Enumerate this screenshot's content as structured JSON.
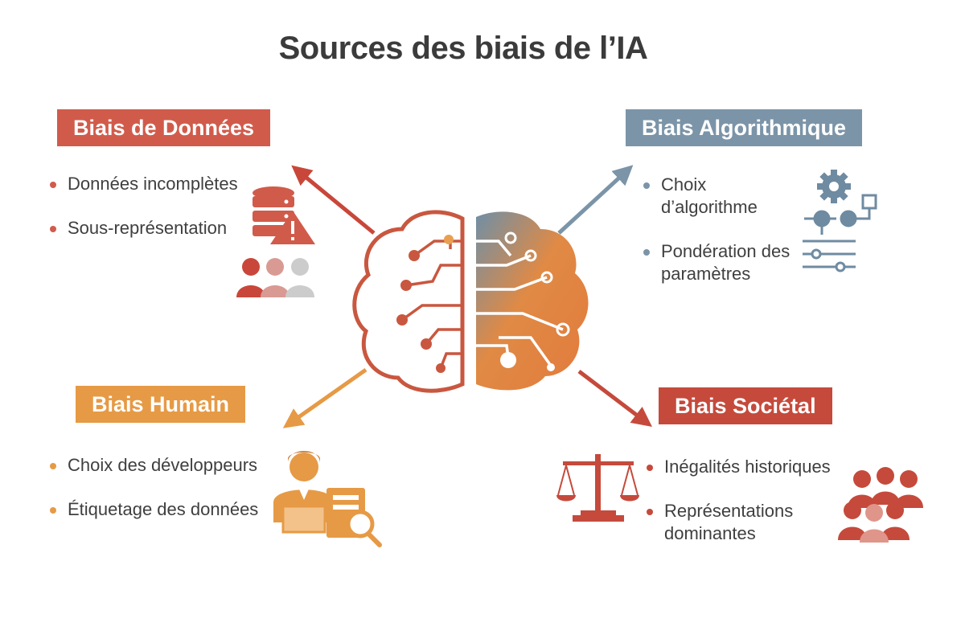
{
  "title": "Sources des biais de l’IA",
  "colors": {
    "data": "#d15b4b",
    "algo": "#7b94a8",
    "human": "#e69a45",
    "societal": "#c54a3c"
  },
  "quadrants": {
    "data": {
      "heading": "Biais de Données",
      "items": [
        "Données incomplètes",
        "Sous-représentation"
      ],
      "icons": [
        "database-icon",
        "warning-icon",
        "people-group-icon"
      ]
    },
    "algo": {
      "heading": "Biais Algorithmique",
      "items": [
        "Choix d’algorithme",
        "Pondération des paramètres"
      ],
      "icons": [
        "gear-icon",
        "flowchart-icon",
        "sliders-icon"
      ]
    },
    "human": {
      "heading": "Biais Humain",
      "items": [
        "Choix des développeurs",
        "Étiquetage des données"
      ],
      "icons": [
        "developer-icon",
        "document-magnifier-icon"
      ]
    },
    "societal": {
      "heading": "Biais Sociétal",
      "items": [
        "Inégalités historiques",
        "Représentations dominantes"
      ],
      "icons": [
        "scales-icon",
        "crowd-icon"
      ]
    }
  },
  "center_icon": "brain-circuit-icon"
}
